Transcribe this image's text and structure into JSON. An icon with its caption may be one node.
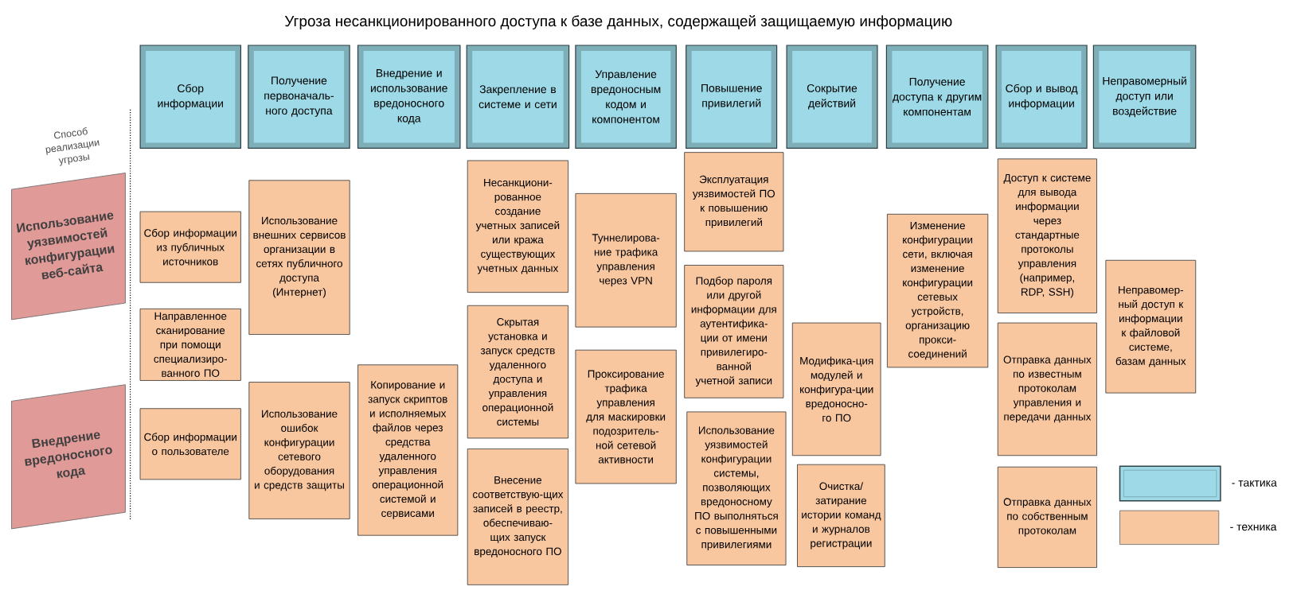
{
  "diagram": {
    "title": "Угроза несанкционированного доступа к базе данных, содержащей защищаемую информацию",
    "nodes": [
      {
        "text": [
          "Использование уязвимостей конфигурации веб-сайта"
        ]
      },
      {
        "text": [
          "Внедрение вредоносного кода"
        ]
      },
      {
        "text": [
          "Сбор информации"
        ]
      },
      {
        "text": [
          "Получение первоначаль-ного доступа"
        ]
      },
      {
        "text": [
          "Внедрение и использование вредоносного кода"
        ]
      },
      {
        "text": [
          "Закрепление в системе и сети"
        ]
      },
      {
        "text": [
          "Управление вредоносным кодом и компонентом"
        ]
      },
      {
        "text": [
          "Повышение привилегий"
        ]
      },
      {
        "text": [
          "Сокрытие действий"
        ]
      },
      {
        "text": [
          "Получение доступа к другим компонентам"
        ]
      },
      {
        "text": [
          "Сбор и вывод информации"
        ]
      },
      {
        "text": [
          "Неправомерный доступ или воздействие"
        ]
      },
      {
        "text": [
          "Сбор информации из публичных источников"
        ]
      },
      {
        "text": [
          "Направленное сканирование при помощи специализиро-ванного ПО"
        ]
      },
      {
        "text": [
          "Сбор информации о пользователе"
        ]
      },
      {
        "text": [
          "Использование внешних сервисов организации в сетях публичного доступа (Интернет)"
        ]
      },
      {
        "text": [
          "Использование ошибок конфигурации сетевого оборудования и средств защиты"
        ]
      },
      {
        "text": [
          "Копирование и запуск скриптов и исполняемых файлов через средства удаленного управления операционной системой и сервисами"
        ]
      },
      {
        "text": [
          "Несанкциони-рованное создание учетных записей или кража существующих учетных данных"
        ]
      },
      {
        "text": [
          "Скрытая установка и запуск средств удаленного доступа и управления операционной системы"
        ]
      },
      {
        "text": [
          "Внесение соответствую-щих записей в реестр, обеспечиваю-щих запуск вредоносного ПО"
        ]
      },
      {
        "text": [
          "Туннелирова-ние трафика управления через VPN"
        ]
      },
      {
        "text": [
          "Проксирование трафика управления для маскировки подозритель-ной сетевой активности"
        ]
      },
      {
        "text": [
          "Эксплуатация уязвимостей ПО к повышению привилегий"
        ]
      },
      {
        "text": [
          "Подбор пароля или другой информации для аутентифика-ции от имени привилегиро-ванной учетной записи"
        ]
      },
      {
        "text": [
          "Использование уязвимостей конфигурации системы, позволяющих вредоносному ПО выполняться с повышенными привилегиями"
        ]
      },
      {
        "text": [
          "Модифика-ция модулей и конфигура-ции вредоносно-го ПО"
        ]
      },
      {
        "text": [
          "Очистка/ затирание истории команд и журналов регистрации"
        ]
      },
      {
        "text": [
          "Изменение конфигурации сети, включая изменение конфигурации сетевых устройств, организацию прокси-соединений"
        ]
      },
      {
        "text": [
          "Доступ к системе для вывода информации через стандартные протоколы управления (например, RDP, SSH)"
        ]
      },
      {
        "text": [
          "Отправка данных по известным протоколам управления и передачи данных"
        ]
      },
      {
        "text": [
          "Отправка данных по собственным протоколам"
        ]
      },
      {
        "text": [
          "Неправомер-ный доступ к информации к файловой системе, базам данных"
        ]
      }
    ],
    "labels": [
      "Способ реализации угрозы"
    ],
    "legend": [
      {
        "text": "- тактика",
        "color": "#9dd9e6"
      },
      {
        "text": "- техника",
        "color": "#f8c7a0"
      }
    ]
  }
}
